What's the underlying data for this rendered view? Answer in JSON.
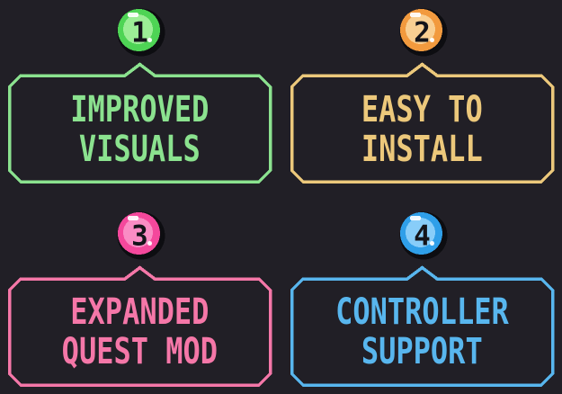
{
  "panel": {
    "background": "#211f26",
    "badge_outline_color": "#0d0d11",
    "badge_number_color": "#14141a"
  },
  "cards": [
    {
      "number": "1",
      "line1": "IMPROVED",
      "line2": "VISUALS",
      "accent": "#8be28f",
      "badge_main": "#4ed455",
      "badge_light": "#9cee96"
    },
    {
      "number": "2",
      "line1": "EASY TO",
      "line2": "INSTALL",
      "accent": "#ecc87b",
      "badge_main": "#f29a3e",
      "badge_light": "#f9cf92"
    },
    {
      "number": "3",
      "line1": "EXPANDED",
      "line2": "QUEST MOD",
      "accent": "#f577a8",
      "badge_main": "#f4489c",
      "badge_light": "#fa8cc4"
    },
    {
      "number": "4",
      "line1": "CONTROLLER",
      "line2": "SUPPORT",
      "accent": "#58b6ee",
      "badge_main": "#2f9fe9",
      "badge_light": "#88cdf9"
    }
  ]
}
